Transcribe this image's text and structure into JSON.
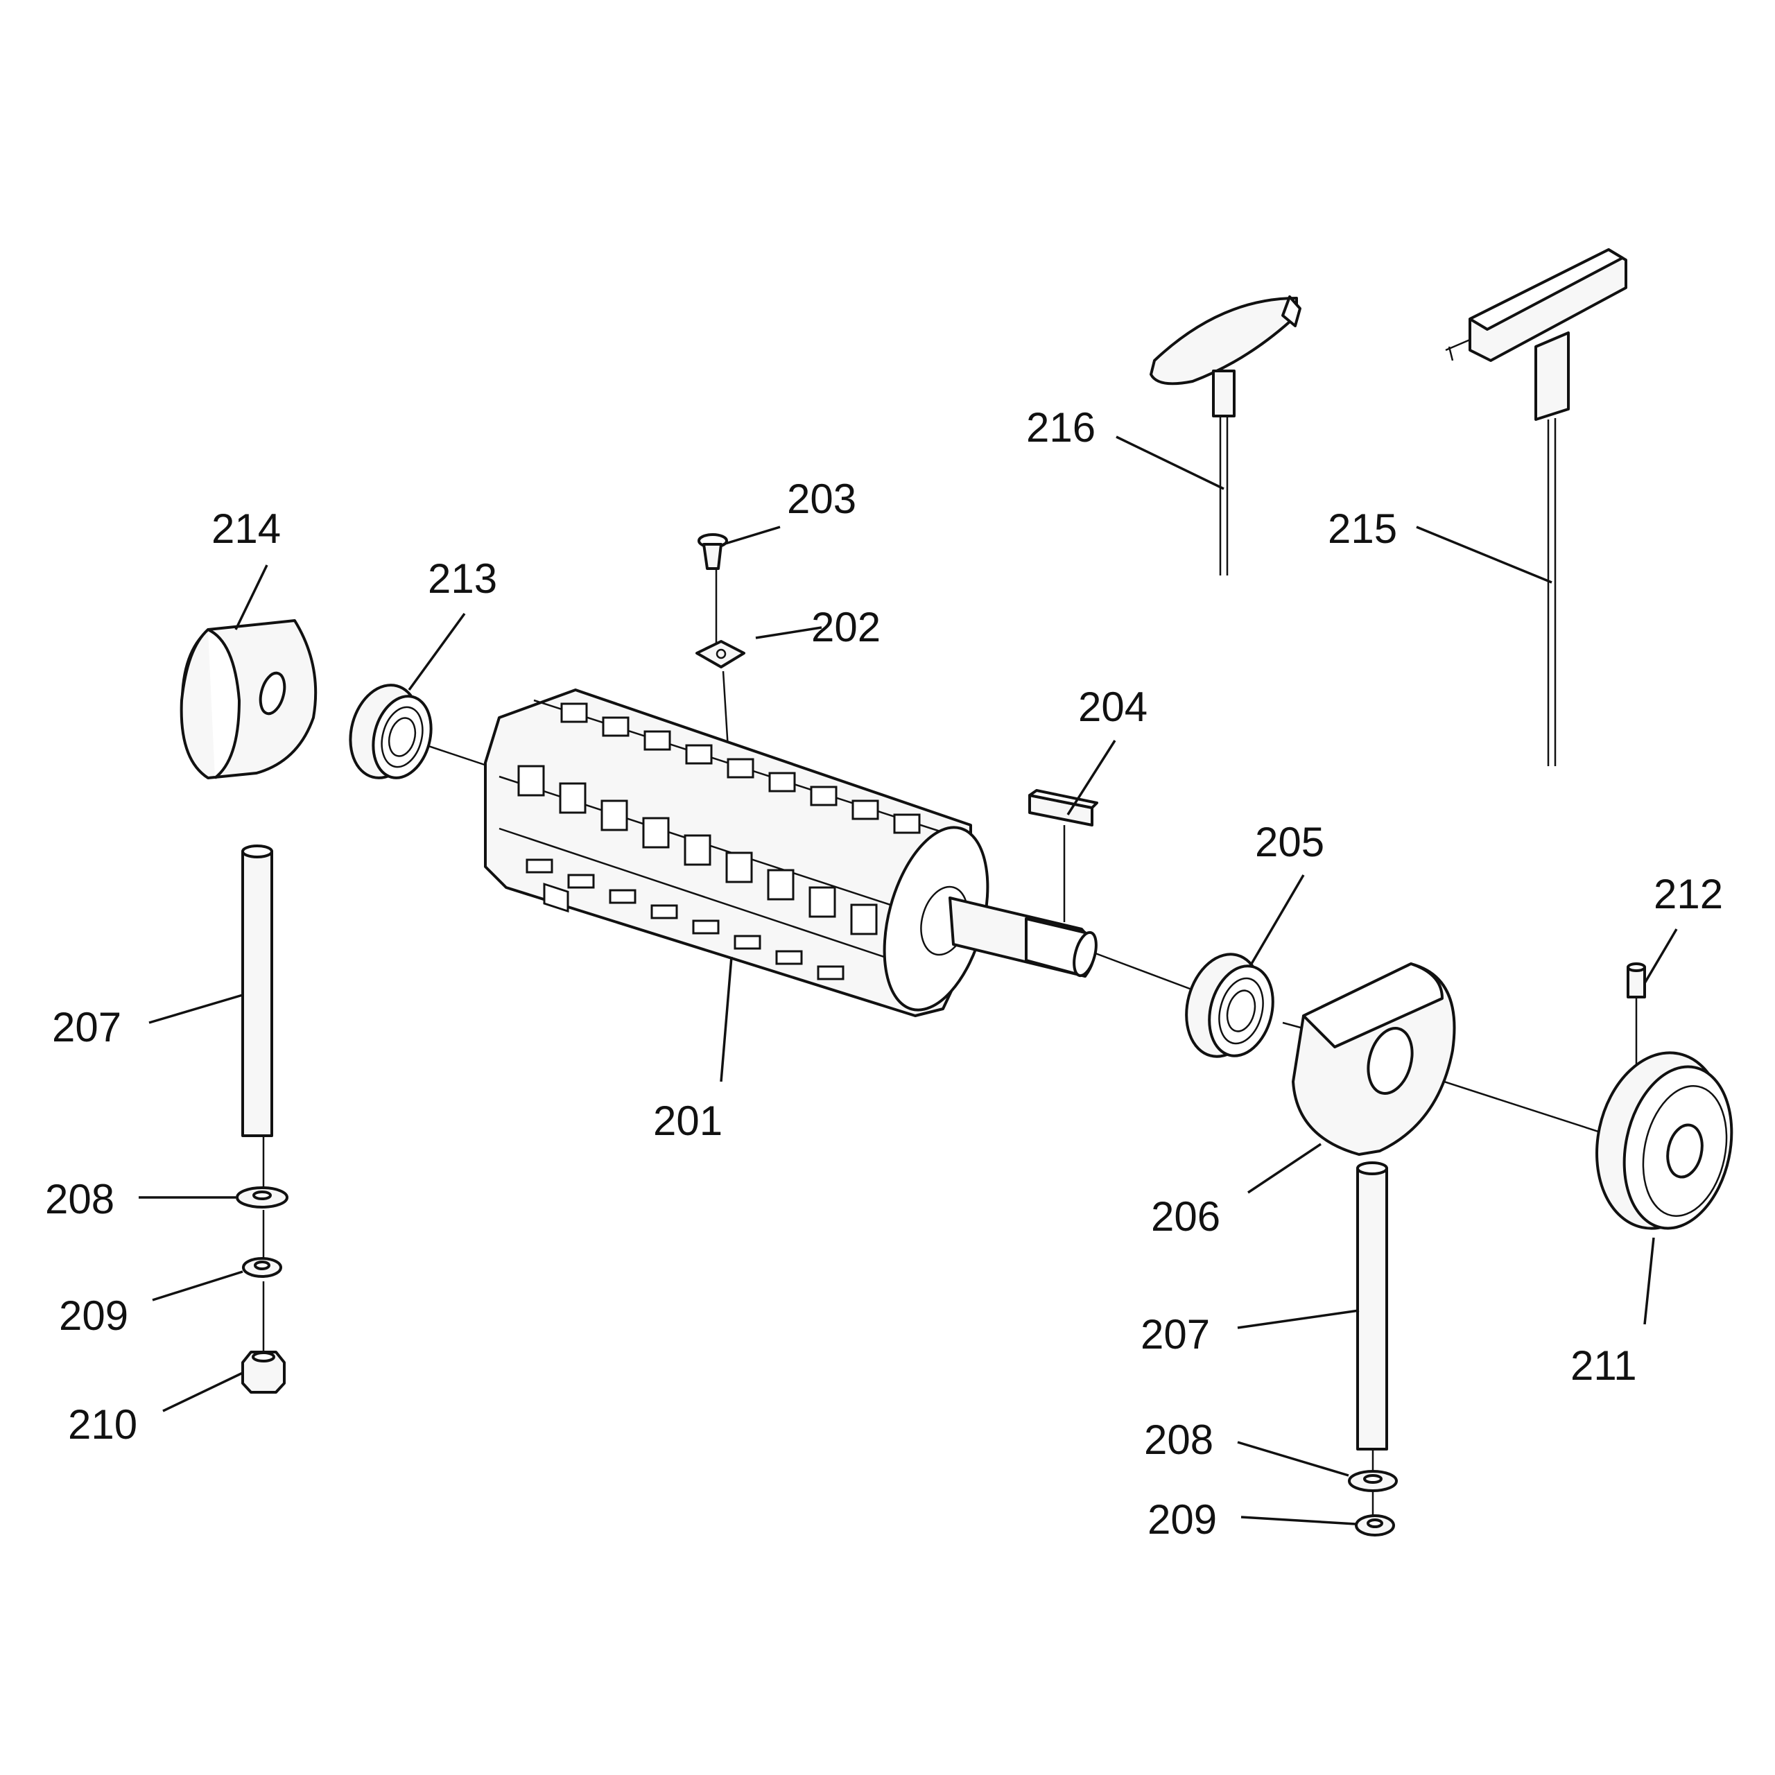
{
  "diagram": {
    "callouts": [
      {
        "id": "201",
        "text": "201"
      },
      {
        "id": "202",
        "text": "202"
      },
      {
        "id": "203",
        "text": "203"
      },
      {
        "id": "204",
        "text": "204"
      },
      {
        "id": "205",
        "text": "205"
      },
      {
        "id": "206",
        "text": "206"
      },
      {
        "id": "207a",
        "text": "207"
      },
      {
        "id": "207b",
        "text": "207"
      },
      {
        "id": "208a",
        "text": "208"
      },
      {
        "id": "208b",
        "text": "208"
      },
      {
        "id": "209a",
        "text": "209"
      },
      {
        "id": "209b",
        "text": "209"
      },
      {
        "id": "210",
        "text": "210"
      },
      {
        "id": "211",
        "text": "211"
      },
      {
        "id": "212",
        "text": "212"
      },
      {
        "id": "213",
        "text": "213"
      },
      {
        "id": "214",
        "text": "214"
      },
      {
        "id": "215",
        "text": "215"
      },
      {
        "id": "216",
        "text": "216"
      }
    ]
  }
}
